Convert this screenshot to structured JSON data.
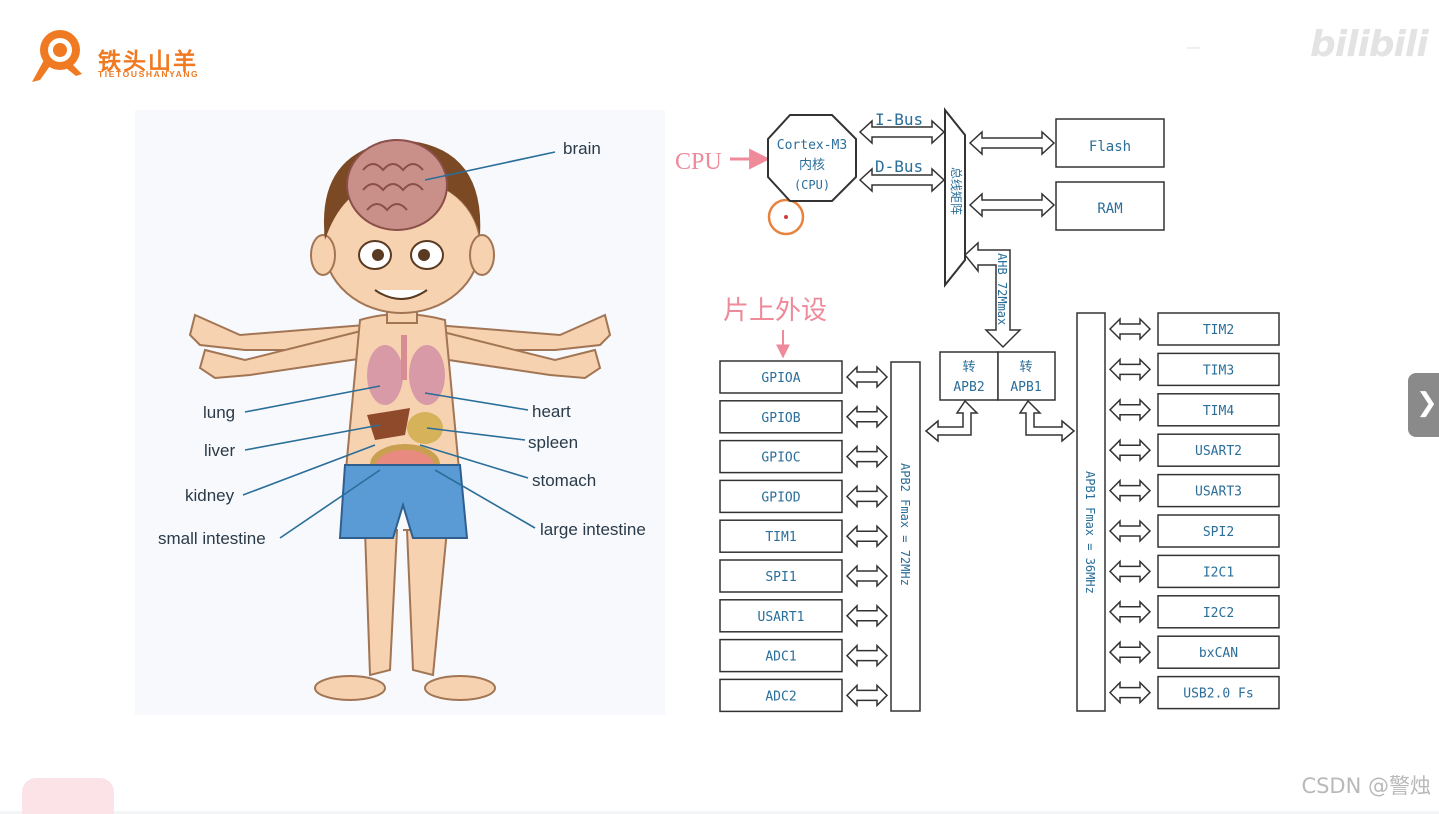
{
  "logo": {
    "title": "铁头山羊",
    "subtitle": "TIETOUSHANYANG"
  },
  "watermarks": {
    "top_right_text": "—",
    "top_right_brand": "bilibili",
    "bottom_right": "CSDN @警烛"
  },
  "anatomy": {
    "labels": {
      "brain": "brain",
      "lung": "lung",
      "heart": "heart",
      "liver": "liver",
      "spleen": "spleen",
      "kidney": "kidney",
      "stomach": "stomach",
      "small_intestine": "small intestine",
      "large_intestine": "large intestine"
    }
  },
  "diagram": {
    "annotations": {
      "cpu": "CPU",
      "peripherals": "片上外设"
    },
    "core": {
      "line1": "Cortex-M3",
      "line2": "内核",
      "line3": "(CPU)"
    },
    "buses": {
      "ibus": "I-Bus",
      "dbus": "D-Bus"
    },
    "bus_matrix": "总线矩阵",
    "memory": {
      "flash": "Flash",
      "ram": "RAM"
    },
    "ahb": "AHB 72Mmax",
    "bridges": {
      "apb2_top": "转",
      "apb2_bottom": "APB2",
      "apb1_top": "转",
      "apb1_bottom": "APB1"
    },
    "apb2_bus": "APB2 Fmax = 72MHz",
    "apb1_bus": "APB1 Fmax = 36MHz",
    "apb2_peripherals": [
      "GPIOA",
      "GPIOB",
      "GPIOC",
      "GPIOD",
      "TIM1",
      "SPI1",
      "USART1",
      "ADC1",
      "ADC2"
    ],
    "apb1_peripherals": [
      "TIM2",
      "TIM3",
      "TIM4",
      "USART2",
      "USART3",
      "SPI2",
      "I2C1",
      "I2C2",
      "bxCAN",
      "USB2.0 Fs"
    ]
  },
  "colors": {
    "accent": "#ef7a22",
    "annotation_pink": "#ef8a9a",
    "label_line": "#2a6e99",
    "cursor_ring": "#e8823c"
  },
  "icons": {
    "next": "chevron-right-icon",
    "logo": "ram-head-logo-icon"
  }
}
